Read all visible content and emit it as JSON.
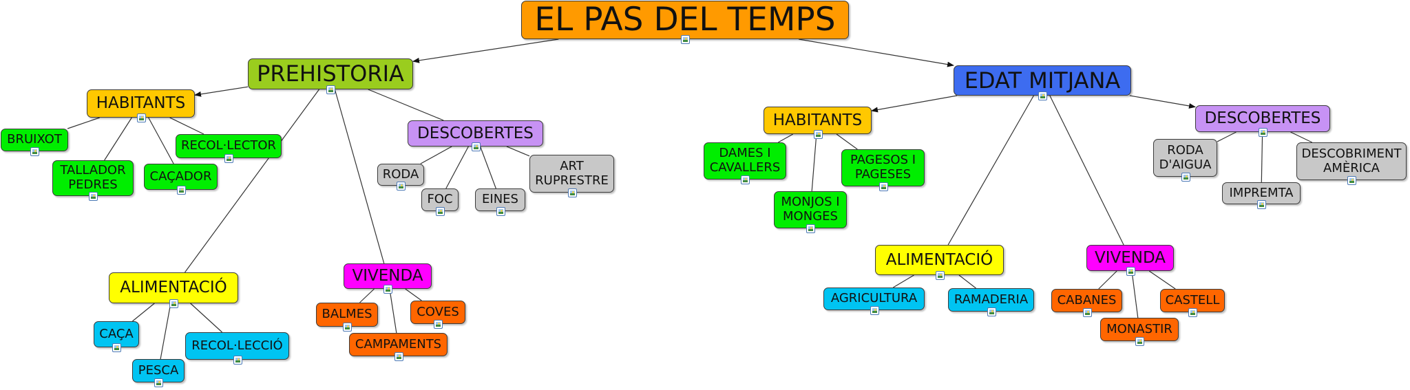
{
  "title": "EL PAS DEL TEMPS",
  "colors": {
    "root": "#ff9a00",
    "prehistoria": "#9acd1e",
    "edat_mitjana": "#3d6cf0",
    "habitants": "#ffc800",
    "descobertes": "#c792f4",
    "alimentacio": "#ffff00",
    "vivenda": "#ff00ff",
    "green_leaf": "#00ee00",
    "gray_leaf": "#c8c8c8",
    "orange_leaf": "#ff6600",
    "cyan_leaf": "#00c4f2",
    "link": "#333333"
  },
  "nodes": {
    "root": "EL PAS DEL TEMPS",
    "prehistoria": "PREHISTORIA",
    "edat_mitjana": "EDAT MITJANA",
    "p_habitants": "HABITANTS",
    "p_bruixot": "BRUIXOT",
    "p_recol_lector": "RECOL·LECTOR",
    "p_tallador_pedres": "TALLADOR\nPEDRES",
    "p_cacador": "CAÇADOR",
    "p_descobertes": "DESCOBERTES",
    "p_roda": "RODA",
    "p_foc": "FOC",
    "p_eines": "EINES",
    "p_art_rupestre": "ART\nRUPRESTRE",
    "p_alimentacio": "ALIMENTACIÓ",
    "p_caca": "CAÇA",
    "p_pesca": "PESCA",
    "p_recol_leccio": "RECOL·LECCIÓ",
    "p_vivenda": "VIVENDA",
    "p_balmes": "BALMES",
    "p_coves": "COVES",
    "p_campaments": "CAMPAMENTS",
    "m_habitants": "HABITANTS",
    "m_dames_cavallers": "DAMES I\nCAVALLERS",
    "m_pagesos_pageses": "PAGESOS I\nPAGESES",
    "m_monjos_monges": "MONJOS I\nMONGES",
    "m_descobertes": "DESCOBERTES",
    "m_roda_aigua": "RODA\nD'AIGUA",
    "m_impremta": "IMPREMTA",
    "m_descobriment_america": "DESCOBRIMENT\nAMÈRICA",
    "m_alimentacio": "ALIMENTACIÓ",
    "m_agricultura": "AGRICULTURA",
    "m_ramaderia": "RAMADERIA",
    "m_vivenda": "VIVENDA",
    "m_cabanes": "CABANES",
    "m_castell": "CASTELL",
    "m_monastir": "MONASTIR"
  },
  "links": [
    {
      "from": "root",
      "to": "prehistoria",
      "arrow": true
    },
    {
      "from": "root",
      "to": "edat_mitjana",
      "arrow": true
    },
    {
      "from": "prehistoria",
      "to": "p_habitants",
      "arrow": true
    },
    {
      "from": "prehistoria",
      "to": "p_descobertes",
      "arrow": false
    },
    {
      "from": "prehistoria",
      "to": "p_alimentacio",
      "arrow": false
    },
    {
      "from": "prehistoria",
      "to": "p_vivenda",
      "arrow": false
    },
    {
      "from": "p_habitants",
      "to": "p_bruixot",
      "arrow": false
    },
    {
      "from": "p_habitants",
      "to": "p_tallador_pedres",
      "arrow": false
    },
    {
      "from": "p_habitants",
      "to": "p_cacador",
      "arrow": false
    },
    {
      "from": "p_habitants",
      "to": "p_recol_lector",
      "arrow": false
    },
    {
      "from": "p_descobertes",
      "to": "p_roda",
      "arrow": false
    },
    {
      "from": "p_descobertes",
      "to": "p_foc",
      "arrow": false
    },
    {
      "from": "p_descobertes",
      "to": "p_eines",
      "arrow": false
    },
    {
      "from": "p_descobertes",
      "to": "p_art_rupestre",
      "arrow": false
    },
    {
      "from": "p_alimentacio",
      "to": "p_caca",
      "arrow": false
    },
    {
      "from": "p_alimentacio",
      "to": "p_pesca",
      "arrow": false
    },
    {
      "from": "p_alimentacio",
      "to": "p_recol_leccio",
      "arrow": false
    },
    {
      "from": "p_vivenda",
      "to": "p_balmes",
      "arrow": false
    },
    {
      "from": "p_vivenda",
      "to": "p_coves",
      "arrow": false
    },
    {
      "from": "p_vivenda",
      "to": "p_campaments",
      "arrow": false
    },
    {
      "from": "edat_mitjana",
      "to": "m_habitants",
      "arrow": true
    },
    {
      "from": "edat_mitjana",
      "to": "m_descobertes",
      "arrow": true
    },
    {
      "from": "edat_mitjana",
      "to": "m_alimentacio",
      "arrow": false
    },
    {
      "from": "edat_mitjana",
      "to": "m_vivenda",
      "arrow": false
    },
    {
      "from": "m_habitants",
      "to": "m_dames_cavallers",
      "arrow": false
    },
    {
      "from": "m_habitants",
      "to": "m_monjos_monges",
      "arrow": false
    },
    {
      "from": "m_habitants",
      "to": "m_pagesos_pageses",
      "arrow": false
    },
    {
      "from": "m_descobertes",
      "to": "m_roda_aigua",
      "arrow": false
    },
    {
      "from": "m_descobertes",
      "to": "m_impremta",
      "arrow": false
    },
    {
      "from": "m_descobertes",
      "to": "m_descobriment_america",
      "arrow": false
    },
    {
      "from": "m_alimentacio",
      "to": "m_agricultura",
      "arrow": false
    },
    {
      "from": "m_alimentacio",
      "to": "m_ramaderia",
      "arrow": false
    },
    {
      "from": "m_vivenda",
      "to": "m_cabanes",
      "arrow": false
    },
    {
      "from": "m_vivenda",
      "to": "m_castell",
      "arrow": false
    },
    {
      "from": "m_vivenda",
      "to": "m_monastir",
      "arrow": false
    }
  ],
  "icons": "picture-icon"
}
